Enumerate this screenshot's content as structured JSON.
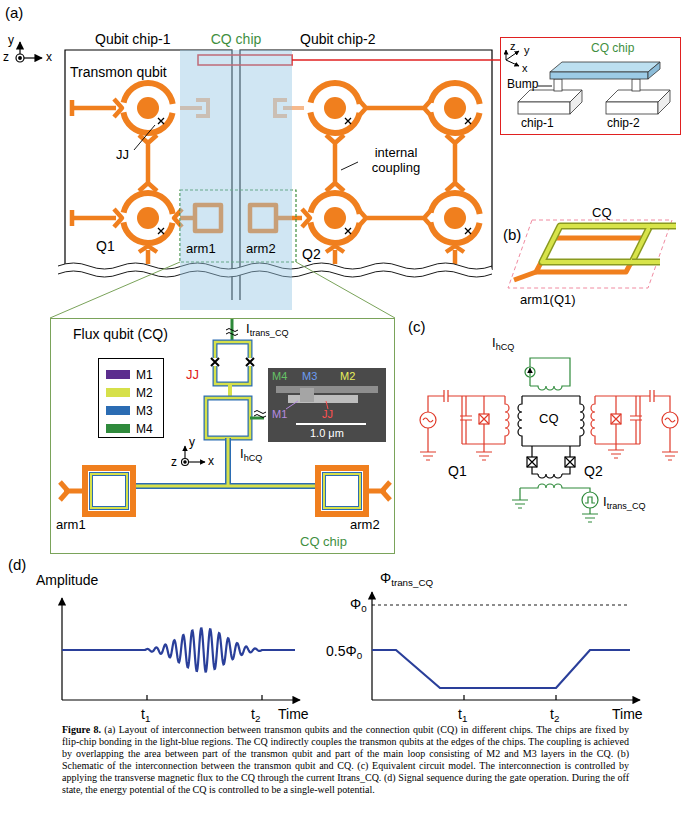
{
  "diagram": {
    "caption": "Figure 8. (a) Layout of interconnection between transmon qubits and the connection qubit (CQ) in different chips. The chips are fixed by flip-chip bonding in the light-blue regions. The CQ indirectly couples the transmon qubits at the edges of the chips. The coupling is achieved by overlapping the area between part of the transmon qubit and part of the main loop consisting of M2 and M3 layers in the CQ. (b) Schematic of the interconnection between the transmon qubit and CQ. (c) Equivalent circuit model. The interconnection is controlled by applying the transverse magnetic flux to the CQ through the current Itrans_CQ. (d) Signal sequence during the gate operation. During the off state, the energy potential of the CQ is controlled to be a single-well potential.",
    "nodes": [
      {
        "text": [
          "Qubit chip-1"
        ]
      },
      {
        "text": [
          "Qubit chip-2"
        ]
      },
      {
        "text": [
          "CQ chip"
        ]
      },
      {
        "text": [
          "Bump",
          "CQ chip",
          "chip-1",
          "chip-2"
        ]
      },
      {
        "text": [
          "Flux qubit (CQ)"
        ]
      }
    ],
    "edges": [
      {
        "from": 2,
        "to": 3,
        "arrow": "none"
      }
    ],
    "labels": [
      "(a)",
      "y",
      "z",
      "x",
      "Transmon qubit",
      "JJ",
      "internal coupling",
      "Q1",
      "arm1",
      "arm2",
      "Q2",
      "z",
      "x",
      "y",
      "(b)",
      "CQ",
      "arm1(Q1)",
      "Itrans_CQ",
      "JJ",
      "IhCQ",
      "M4",
      "M3",
      "M2",
      "M1",
      "JJ",
      "1.0 μm",
      "y",
      "z",
      "x",
      "arm1",
      "arm2",
      "CQ chip",
      "(c)",
      "IhCQ",
      "CQ",
      "Q1",
      "Q2",
      "Itrans_CQ",
      "(d)",
      "Amplitude",
      "t1",
      "t2",
      "Time",
      "Φtrans_CQ",
      "Φ0",
      "0.5Φ0",
      "t1",
      "t2",
      "Time"
    ],
    "legend": [
      {
        "text": "M1",
        "color": "#5b2d8e"
      },
      {
        "text": "M2",
        "color": "#d6e04a"
      },
      {
        "text": "M3",
        "color": "#2b6cb3"
      },
      {
        "text": "M4",
        "color": "#2f8a3c"
      }
    ]
  }
}
